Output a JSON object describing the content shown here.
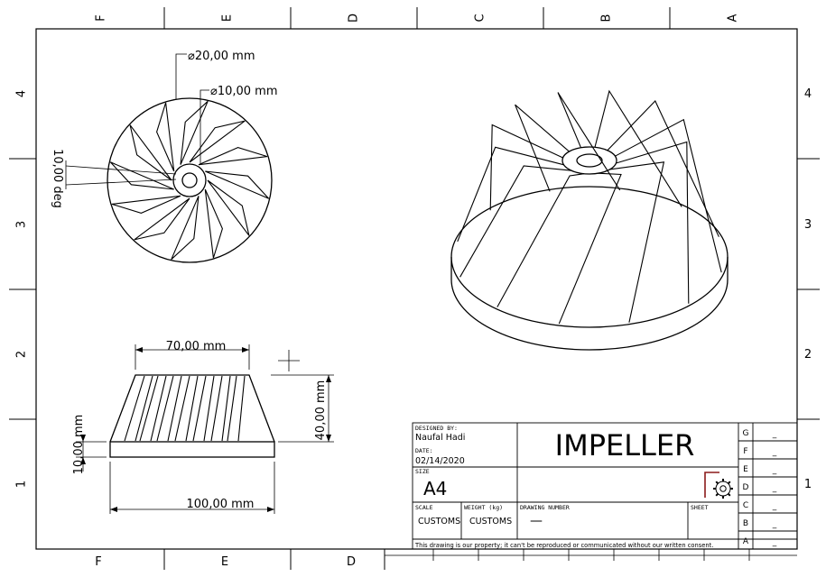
{
  "frame": {
    "columns_top": [
      "F",
      "E",
      "D",
      "C",
      "B",
      "A"
    ],
    "columns_bottom": [
      "F",
      "E",
      "D"
    ],
    "rows_left": [
      "4",
      "3",
      "2",
      "1"
    ],
    "rows_right": [
      "4",
      "3",
      "2",
      "1"
    ]
  },
  "top_view": {
    "dim_outer": "⌀20,00 mm",
    "dim_inner": "⌀10,00 mm",
    "dim_angle": "10,00 deg"
  },
  "side_view": {
    "dim_top_width": "70,00 mm",
    "dim_height": "40,00 mm",
    "dim_base_thickness": "10,00 mm",
    "dim_base_width": "100,00 mm"
  },
  "title_block": {
    "designed_by_label": "DESIGNED BY:",
    "designer": "Naufal Hadi",
    "date_label": "DATE:",
    "date": "02/14/2020",
    "size_label": "SIZE",
    "size": "A4",
    "title": "IMPELLER",
    "scale_label": "SCALE",
    "scale": "CUSTOMS",
    "weight_label": "WEIGHT (kg)",
    "weight": "CUSTOMS",
    "drawing_number_label": "DRAWING NUMBER",
    "drawing_number": "—",
    "sheet_label": "SHEET",
    "disclaimer": "This drawing is our property; it can't be reproduced or communicated without our written consent.",
    "revision_rows": [
      "G",
      "F",
      "E",
      "D",
      "C",
      "B",
      "A"
    ],
    "revision_values": [
      "_",
      "_",
      "_",
      "_",
      "_",
      "_",
      "_"
    ]
  },
  "icons": [
    "gear-logo-icon"
  ]
}
